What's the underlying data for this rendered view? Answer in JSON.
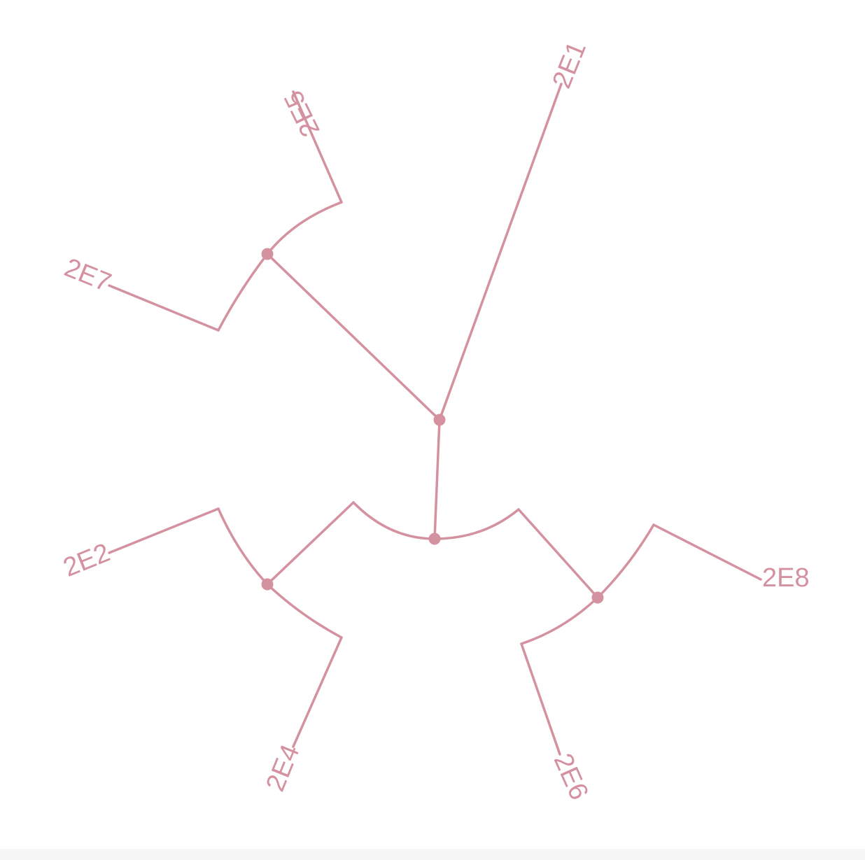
{
  "diagram": {
    "type": "circular-phylogenetic-tree",
    "color": "#d4919f",
    "background": "#ffffff",
    "leaves": [
      {
        "id": "2E1",
        "label": "2E1"
      },
      {
        "id": "2E5",
        "label": "2E5"
      },
      {
        "id": "2E7",
        "label": "2E7"
      },
      {
        "id": "2E2",
        "label": "2E2"
      },
      {
        "id": "2E4",
        "label": "2E4"
      },
      {
        "id": "2E6",
        "label": "2E6"
      },
      {
        "id": "2E8",
        "label": "2E8"
      }
    ],
    "internal_nodes": [
      {
        "id": "root"
      },
      {
        "id": "clade-2E5-2E7"
      },
      {
        "id": "bottom-junction"
      },
      {
        "id": "clade-2E2-2E4"
      },
      {
        "id": "clade-2E6-2E8"
      }
    ]
  }
}
